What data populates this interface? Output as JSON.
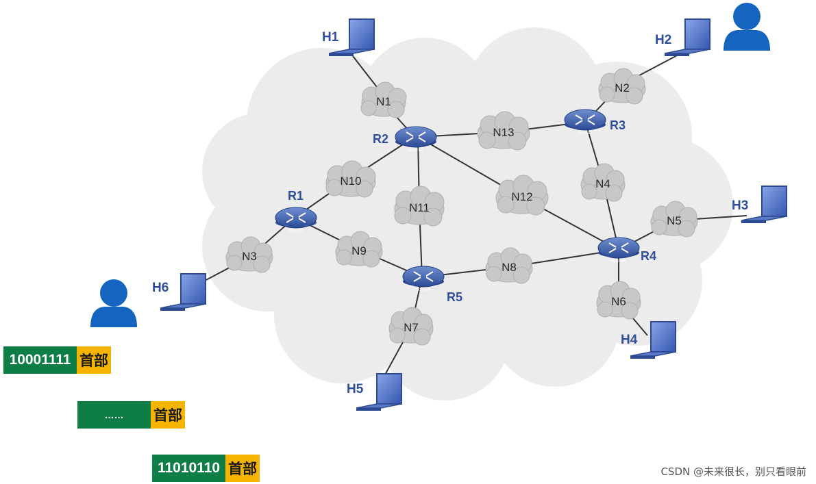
{
  "diagram": {
    "hosts": [
      {
        "id": "h1",
        "label": "H1"
      },
      {
        "id": "h2",
        "label": "H2"
      },
      {
        "id": "h3",
        "label": "H3"
      },
      {
        "id": "h4",
        "label": "H4"
      },
      {
        "id": "h5",
        "label": "H5"
      },
      {
        "id": "h6",
        "label": "H6"
      }
    ],
    "routers": [
      {
        "id": "r1",
        "label": "R1"
      },
      {
        "id": "r2",
        "label": "R2"
      },
      {
        "id": "r3",
        "label": "R3"
      },
      {
        "id": "r4",
        "label": "R4"
      },
      {
        "id": "r5",
        "label": "R5"
      }
    ],
    "networks": [
      {
        "id": "n1",
        "label": "N1"
      },
      {
        "id": "n2",
        "label": "N2"
      },
      {
        "id": "n3",
        "label": "N3"
      },
      {
        "id": "n4",
        "label": "N4"
      },
      {
        "id": "n5",
        "label": "N5"
      },
      {
        "id": "n6",
        "label": "N6"
      },
      {
        "id": "n7",
        "label": "N7"
      },
      {
        "id": "n8",
        "label": "N8"
      },
      {
        "id": "n9",
        "label": "N9"
      },
      {
        "id": "n10",
        "label": "N10"
      },
      {
        "id": "n11",
        "label": "N11"
      },
      {
        "id": "n12",
        "label": "N12"
      },
      {
        "id": "n13",
        "label": "N13"
      }
    ],
    "router_badge": "ROUTER"
  },
  "packets": [
    {
      "data": "10001111",
      "header": "首部"
    },
    {
      "data": "……",
      "header": "首部"
    },
    {
      "data": "11010110",
      "header": "首部"
    }
  ],
  "watermark": "CSDN @未来很长，别只看眼前",
  "colors": {
    "cloud_bg": "#ececec",
    "net_cloud": "#c8c8c8",
    "router": "#3d5fa8",
    "host_text": "#2e4d9c",
    "user_icon": "#1565c0",
    "packet_data": "#0e7d46",
    "packet_header": "#f5b400"
  }
}
